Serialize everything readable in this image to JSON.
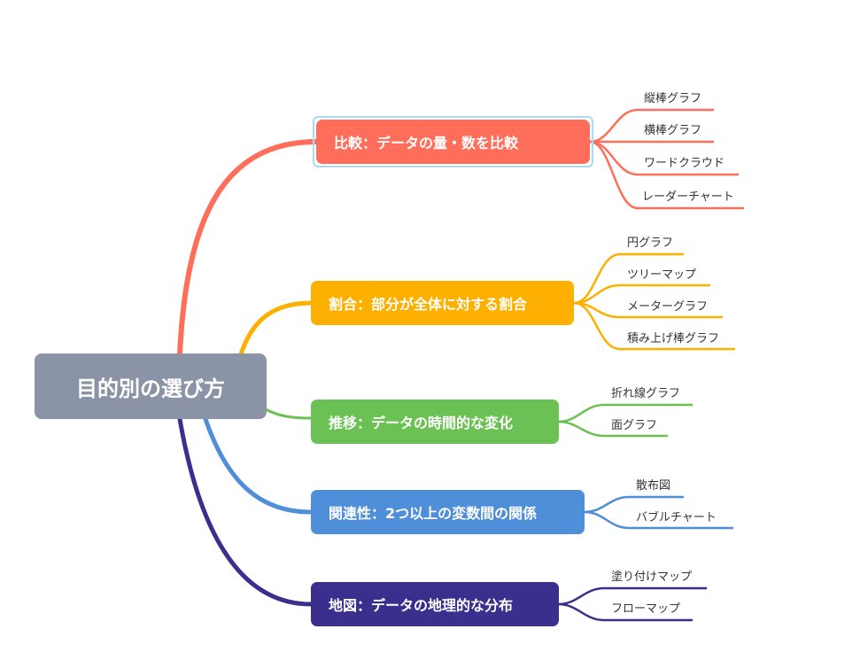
{
  "root": {
    "label": "目的別の選び方",
    "color": "#8a94a6"
  },
  "branches": [
    {
      "label": "比較：データの量・数を比較",
      "color": "#fe6e5a",
      "children": [
        "縦棒グラフ",
        "横棒グラフ",
        "ワードクラウド",
        "レーダーチャート"
      ]
    },
    {
      "label": "割合：部分が全体に対する割合",
      "color": "#fdb000",
      "children": [
        "円グラフ",
        "ツリーマップ",
        "メーターグラフ",
        "積み上げ棒グラフ"
      ]
    },
    {
      "label": "推移：データの時間的な変化",
      "color": "#6cc154",
      "children": [
        "折れ線グラフ",
        "面グラフ"
      ]
    },
    {
      "label": "関連性：2つ以上の変数間の関係",
      "color": "#4f8ed8",
      "children": [
        "散布図",
        "バブルチャート"
      ]
    },
    {
      "label": "地図：データの地理的な分布",
      "color": "#3b2f8e",
      "children": [
        "塗り付けマップ",
        "フローマップ"
      ]
    }
  ]
}
